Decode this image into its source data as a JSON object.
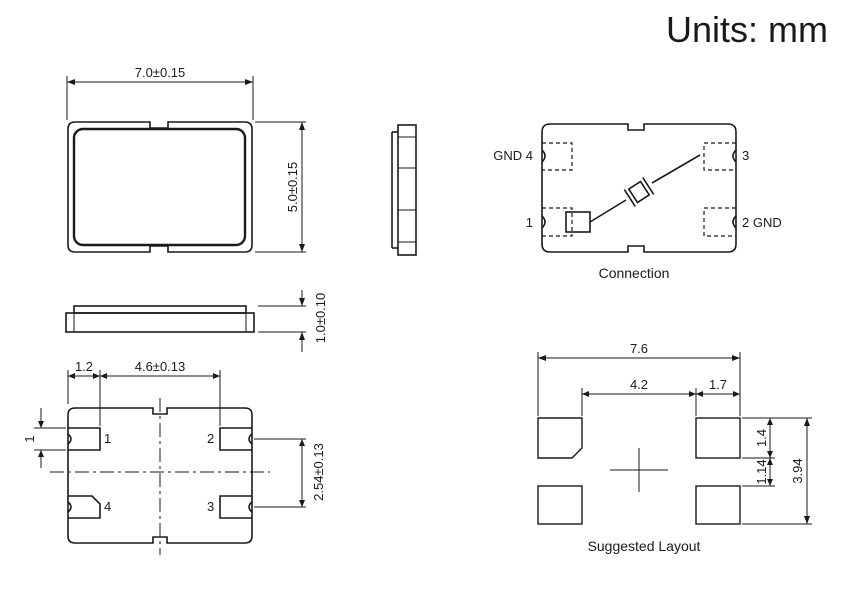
{
  "units_label": "Units: mm",
  "top_view": {
    "width_dim": "7.0±0.15",
    "height_dim": "5.0±0.15"
  },
  "side_view": {
    "height_dim": "1.0±0.10"
  },
  "bottom_view": {
    "left_margin_dim": "1.2",
    "pad_pitch_x_dim": "4.6±0.13",
    "pad_height_dim": "1",
    "pad_pitch_y_dim": "2.54±0.13",
    "pin_1": "1",
    "pin_2": "2",
    "pin_3": "3",
    "pin_4": "4"
  },
  "connection": {
    "caption": "Connection",
    "pin4_label": "GND 4",
    "pin3_label": "3",
    "pin1_label": "1",
    "pin2_label": "2 GND"
  },
  "layout": {
    "caption": "Suggested Layout",
    "overall_width_dim": "7.6",
    "pad_pitch_dim": "4.2",
    "pad_width_dim": "1.7",
    "pad_height_dim": "1.4",
    "pad_gap_dim": "1.14",
    "overall_height_dim": "3.94"
  }
}
